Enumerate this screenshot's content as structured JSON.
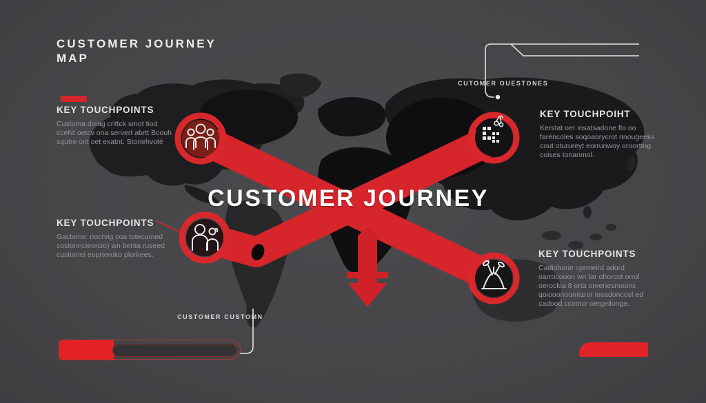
{
  "meta": {
    "type": "infographic",
    "description": "Customer journey map infographic over dark world map with red X ribbons"
  },
  "colors": {
    "background": "#454548",
    "map_silhouette": "#18181b",
    "accent_red": "#d6252b",
    "bright_red": "#e32226",
    "title_white": "#fbfbfb",
    "muted_text": "#96969a",
    "deco_line": "#e4e4e4"
  },
  "header": {
    "title": "CUSTOMER JOURNEY\nMAP"
  },
  "center": {
    "title": "CUSTOMER JOURNEY"
  },
  "labels": {
    "top_right": "CUTOMER OUESTONES",
    "bottom_left": "CUSTOMER CUSTOMN"
  },
  "touchpoints": [
    {
      "position": "top-left",
      "heading": "KEY TOUCHPOINTS",
      "body": "Customa dieag crittck smot tiod\ncceNt oetcv ona servert abrtt Bcouh\nsqutre ont oet exatnt. Stonehvoté",
      "icon": "people-group-icon"
    },
    {
      "position": "top-right",
      "heading": "KEY TOUCHPOIHT",
      "body": "Kerstat oer insatsadone flo oo\nfaréncoles soqoaorycrot nnougeeks\ncout oturureyt eorrunwoy oroorttog\ncoises tonanmol.",
      "icon": "data-grid-icon"
    },
    {
      "position": "bottom-left",
      "heading": "KEY TOUCHPOINTS",
      "body": "Gactome: riocrvig coa totecumed\ncostonncieorcio) wn bertia ruseed\ncustomei eoprteroko plorkees:",
      "icon": "people-chat-icon"
    },
    {
      "position": "bottom-right",
      "heading": "KEY TOUCHPOINTS",
      "body": "Cadiohorie rgemeird adord\noarrocooon wn tar ohorcot orrol\noerockia 8 orta oreenesnooins\nqoiooonoomiaror iosadoncost ed\ncadood ccomcr oergeilonge.",
      "icon": "launch-icon"
    }
  ]
}
